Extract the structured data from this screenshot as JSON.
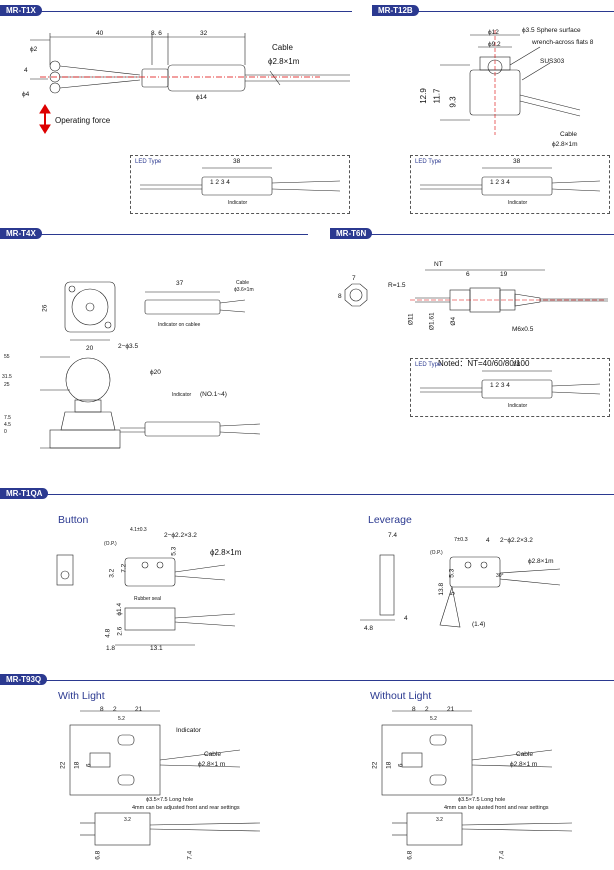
{
  "sections": {
    "t1x": "MR-T1X",
    "t12b": "MR-T12B",
    "t4x": "MR-T4X",
    "t6n": "MR-T6N",
    "t1qa": "MR-T1QA",
    "t93q": "MR-T93Q"
  },
  "t1x": {
    "d40": "40",
    "d86": "8. 6",
    "d32": "32",
    "phi2": "ϕ2",
    "phi4": "ϕ4",
    "d4": "4",
    "cable": "Cable",
    "cable_dim": "ϕ2.8×1m",
    "body_dim": "ϕ14",
    "force": "Operating force"
  },
  "t12b": {
    "phi12": "ϕ12",
    "phi92": "ϕ9.2",
    "sphere": "ϕ3.5 Sphere surface",
    "flats": "wrench-across flats 8",
    "sus": "SUS303",
    "h129": "12.9",
    "h117": "11.7",
    "h93": "9.3",
    "cable": "Cable",
    "cable_dim": "ϕ2.8×1m"
  },
  "led": {
    "title": "LED Type",
    "len": "38",
    "indicator": "Indicator",
    "digits": "1 2 3 4"
  },
  "t4x": {
    "w37": "37",
    "cable": "Cable",
    "cable_dim": "ϕ3.6×1m",
    "ind_cable": "Indicator on cablee",
    "h26": "26",
    "w20": "20",
    "holes": "2−ϕ3.5",
    "dia20": "ϕ20",
    "y55": "55",
    "y315": "31.5",
    "y25": "25",
    "y75": "7.5",
    "y45": "4.5",
    "y0": "0",
    "ind_label": "Indicator",
    "ind_range": "(NO.1~4)"
  },
  "t6n": {
    "nt": "NT",
    "d7": "7",
    "d8": "8",
    "d6": "6",
    "d19": "19",
    "r15": "R=1.5",
    "phi11": "Ø11",
    "phi161": "Ø1.61",
    "phi4": "Ø4",
    "m6": "M6x0.5",
    "note": "Noted：NT=40/60/80/100"
  },
  "t1qa": {
    "button": "Button",
    "leverage": "Leverage",
    "b_d41": "4.1±0.3",
    "b_holes": "2−ϕ2.2×3.2",
    "b_op": "(O.P.)",
    "b_72": "7.2",
    "b_32": "3.2",
    "b_53": "5.3",
    "b_cable": "ϕ2.8×1m",
    "b_rubber": "Rubber seal",
    "b_14": "ϕ1.4",
    "b_48": "4.8",
    "b_26": "2.6",
    "b_18": "1.8",
    "b_131": "13.1",
    "l_74": "7.4",
    "l_7": "7±0.3",
    "l_4": "4",
    "l_holes": "2−ϕ2.2×3.2",
    "l_op": "(O.P.)",
    "l_53": "5.3",
    "l_5": "5",
    "l_138": "13.8",
    "l_cable": "ϕ2.8×1m",
    "l_14": "(1.4)",
    "l_48": "4.8",
    "l_4b": "4",
    "l_30": "30°"
  },
  "t93q": {
    "with": "With Light",
    "without": "Without Light",
    "d8": "8",
    "d2": "2",
    "d52": "5.2",
    "d21": "21",
    "indicator": "Indicator",
    "cable": "Cable",
    "cable_dim": "ϕ2.8×1 m",
    "h22": "22",
    "h18": "18",
    "h6": "6",
    "hole": "ϕ3.5×7.5 Long hole",
    "adjust": "4mm can be adjusted front and rear settings",
    "adjust2": "4mm can be ajusted front and rear settings",
    "d68": "6.8",
    "d74": "7.4",
    "d32": "3.2"
  }
}
